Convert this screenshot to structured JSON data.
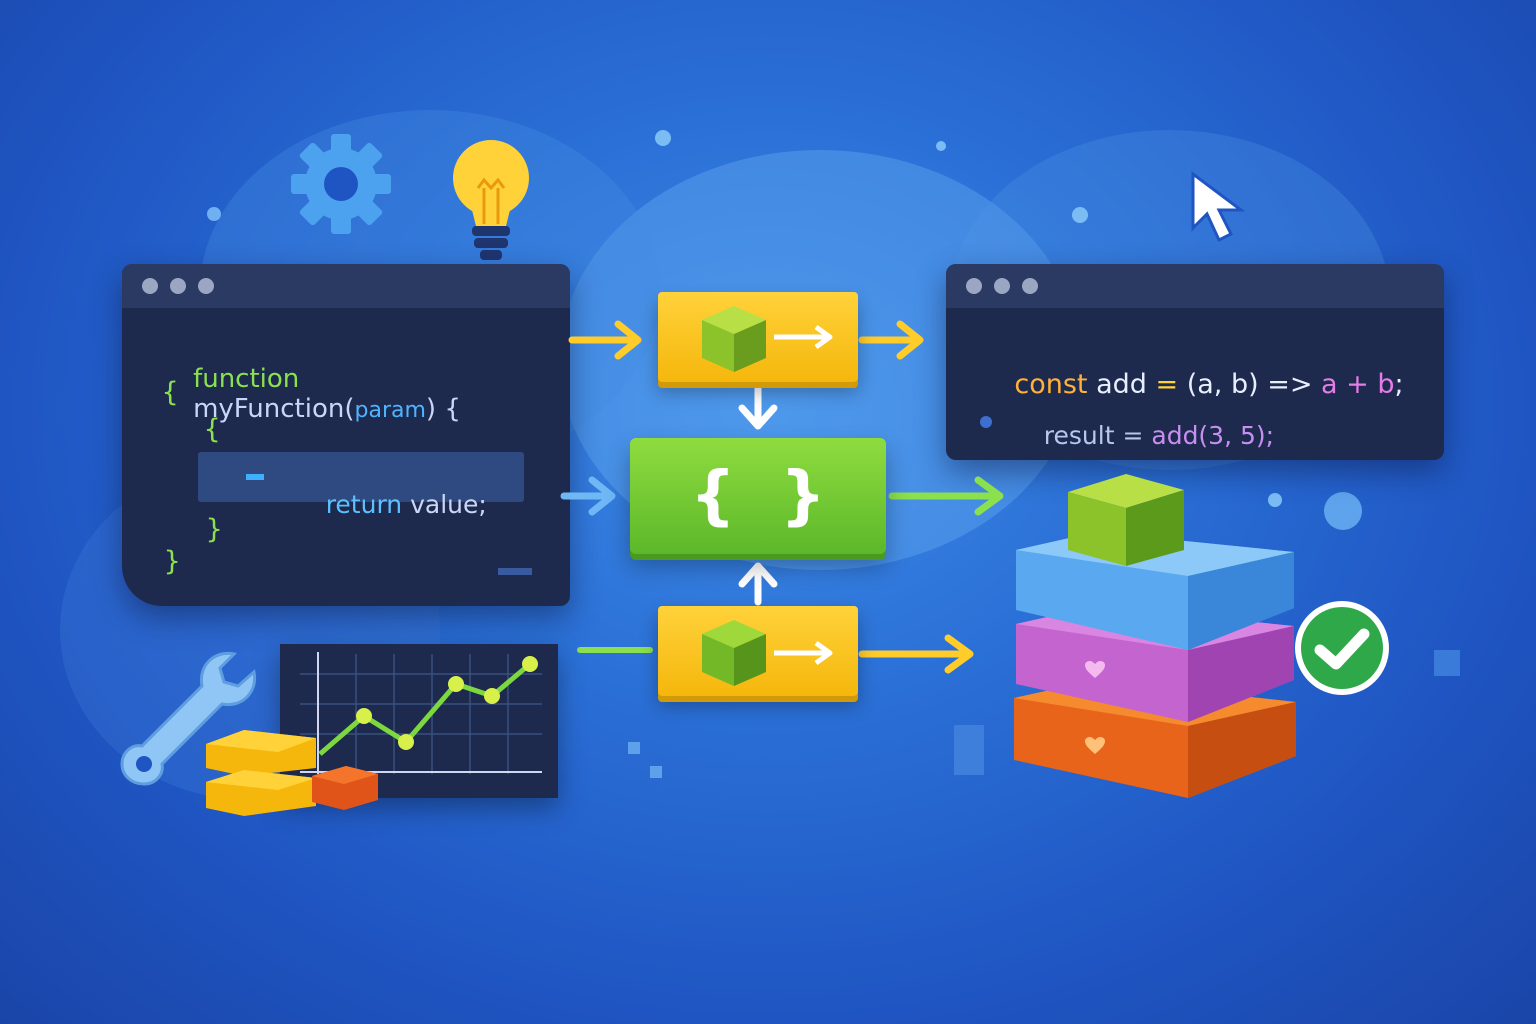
{
  "left_editor": {
    "line1_keyword": "function",
    "line1_name": "myFunction(",
    "line1_param": "param",
    "line1_close": ") {",
    "line2": "{",
    "line3": "{",
    "highlight_keyword": "return",
    "highlight_rest": " value;",
    "line5": "}",
    "line6": "}"
  },
  "right_editor": {
    "line1_const": "const",
    "line1_add": " add ",
    "line1_eq": "= ",
    "line1_params": "(a, b) ",
    "line1_arrow": "=> ",
    "line1_expr_a": "a + b",
    "line1_semi": ";",
    "line2_result": "result",
    "line2_eq": " = ",
    "line2_call": "add(3, 5);"
  },
  "center_block": {
    "label": "{  }"
  },
  "icons": [
    "gear-icon",
    "lightbulb-icon",
    "cursor-icon",
    "wrench-icon",
    "checkmark-icon",
    "heart-icon"
  ],
  "colors": {
    "background": "#2a6fd6",
    "editor_bg": "#1d2a4e",
    "yellow": "#f5b70c",
    "green": "#5cb82a",
    "blue_layer": "#5aa8ef",
    "pink_layer": "#c967d3",
    "orange_layer": "#ef7a1f"
  }
}
